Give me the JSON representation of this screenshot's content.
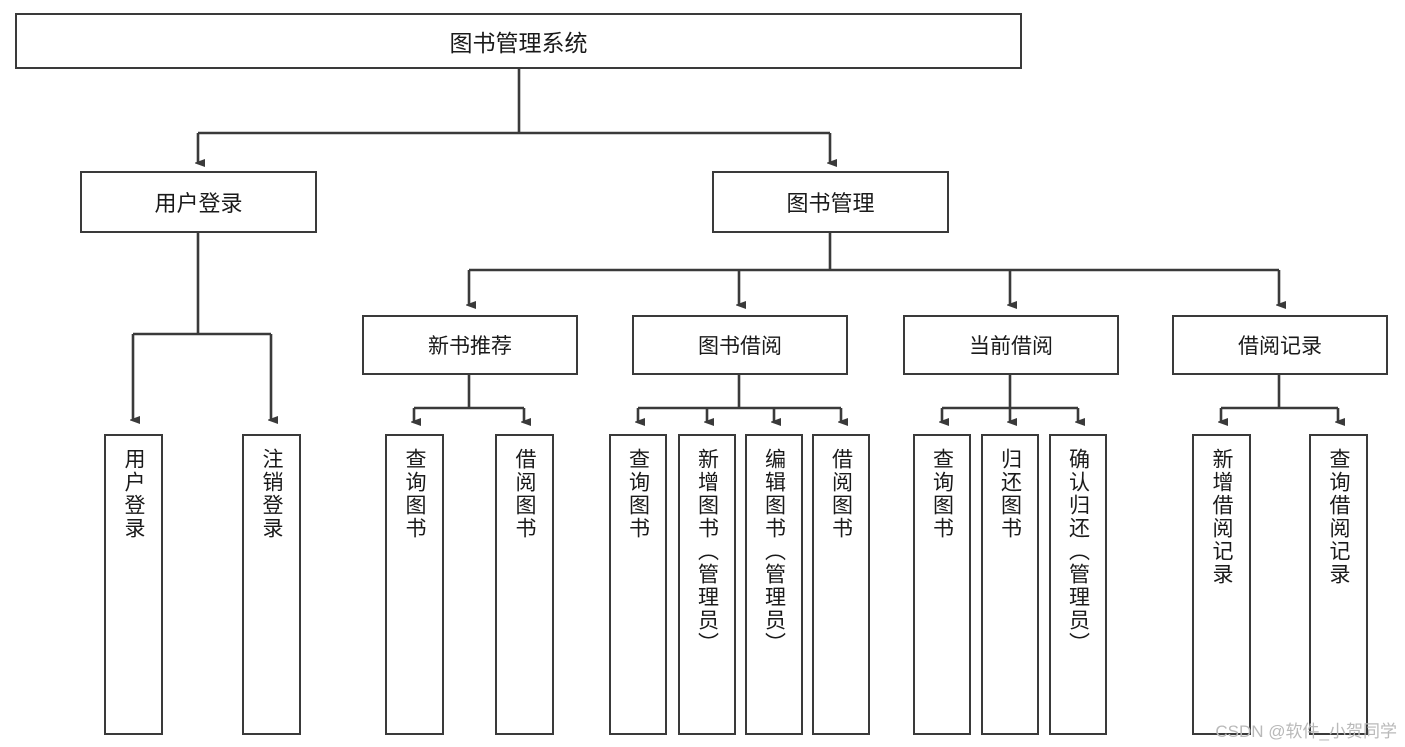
{
  "diagram": {
    "title": "图书管理系统",
    "type": "tree-hierarchy-chart",
    "watermark": "CSDN @软件_小贺同学",
    "colors": {
      "border": "#3a3a3a",
      "background": "#ffffff",
      "text": "#1a1a1a",
      "edge": "#3a3a3a",
      "watermark": "#b9b9b9"
    },
    "root": {
      "label": "图书管理系统"
    },
    "level2": [
      {
        "label": "用户登录"
      },
      {
        "label": "图书管理"
      }
    ],
    "level3": [
      {
        "label": "新书推荐"
      },
      {
        "label": "图书借阅"
      },
      {
        "label": "当前借阅"
      },
      {
        "label": "借阅记录"
      }
    ],
    "leaves": {
      "user_login": [
        {
          "label": "用户登录"
        },
        {
          "label": "注销登录"
        }
      ],
      "new_book_recommend": [
        {
          "label": "查询图书"
        },
        {
          "label": "借阅图书"
        }
      ],
      "book_borrow": [
        {
          "label": "查询图书"
        },
        {
          "label": "新增图书（管理员）"
        },
        {
          "label": "编辑图书（管理员）"
        },
        {
          "label": "借阅图书"
        }
      ],
      "current_borrow": [
        {
          "label": "查询图书"
        },
        {
          "label": "归还图书"
        },
        {
          "label": "确认归还（管理员）"
        }
      ],
      "borrow_record": [
        {
          "label": "新增借阅记录"
        },
        {
          "label": "查询借阅记录"
        }
      ]
    }
  }
}
